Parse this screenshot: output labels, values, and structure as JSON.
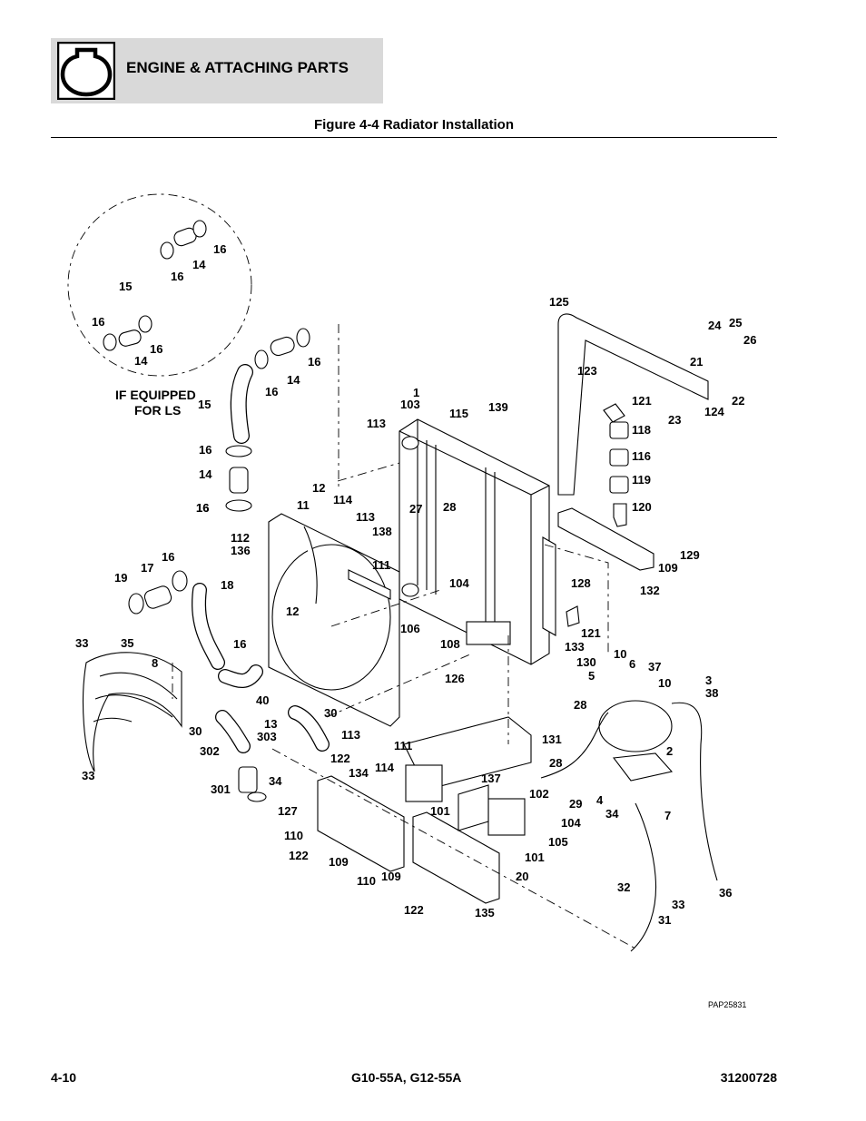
{
  "header": {
    "section_title": "ENGINE & ATTACHING PARTS",
    "icon": "engine-icon"
  },
  "figure": {
    "title": "Figure 4-4 Radiator Installation",
    "drawing_code": "PAP25831",
    "note_line1": "IF EQUIPPED",
    "note_line2": "FOR LS",
    "callouts": [
      "16",
      "16",
      "14",
      "15",
      "16",
      "16",
      "14",
      "16",
      "16",
      "14",
      "16",
      "15",
      "16",
      "14",
      "16",
      "125",
      "24",
      "25",
      "26",
      "123",
      "21",
      "22",
      "23",
      "124",
      "1",
      "103",
      "115",
      "139",
      "121",
      "118",
      "116",
      "119",
      "120",
      "113",
      "12",
      "114",
      "11",
      "113",
      "138",
      "111",
      "27",
      "28",
      "112",
      "136",
      "129",
      "109",
      "132",
      "19",
      "17",
      "16",
      "18",
      "12",
      "104",
      "106",
      "108",
      "128",
      "121",
      "133",
      "130",
      "10",
      "6",
      "37",
      "5",
      "28",
      "10",
      "3",
      "38",
      "126",
      "35",
      "33",
      "8",
      "16",
      "30",
      "40",
      "13",
      "303",
      "30",
      "113",
      "111",
      "302",
      "114",
      "122",
      "134",
      "28",
      "131",
      "2",
      "33",
      "301",
      "34",
      "137",
      "102",
      "29",
      "4",
      "34",
      "7",
      "127",
      "101",
      "104",
      "105",
      "110",
      "122",
      "109",
      "110",
      "109",
      "101",
      "20",
      "122",
      "135",
      "32",
      "33",
      "36",
      "31"
    ]
  },
  "footer": {
    "page": "4-10",
    "model": "G10-55A, G12-55A",
    "doc_number": "31200728"
  }
}
